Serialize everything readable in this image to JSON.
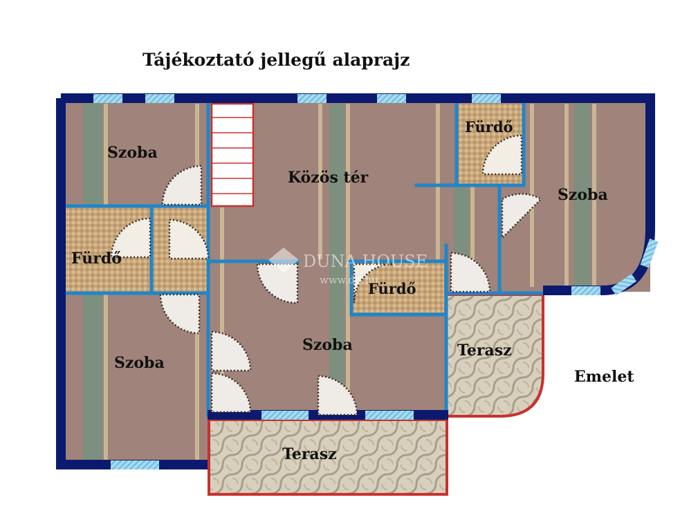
{
  "title": "Tájékoztató jellegű alaprajz",
  "floor_label": "Emelet",
  "watermark": {
    "brand": "DUNA HOUSE",
    "url": "www.dh.hu"
  },
  "rooms": {
    "szoba_top_left": "Szoba",
    "furdo_left": "Fürdő",
    "szoba_bottom_left": "Szoba",
    "kozos_ter": "Közös tér",
    "furdo_top_right": "Fürdő",
    "szoba_right": "Szoba",
    "furdo_center": "Fürdő",
    "szoba_center": "Szoba",
    "terasz_right": "Terasz",
    "terasz_bottom": "Terasz"
  },
  "colors": {
    "outer_wall": "#0b1a6e",
    "inner_wall": "#1f86c9",
    "terrace_wall": "#c8312f",
    "room_floor": "#a0837a",
    "tile_floor": "#c9a97a",
    "terrace_floor": "#cfc6b2",
    "window": "#8fd0ee"
  }
}
